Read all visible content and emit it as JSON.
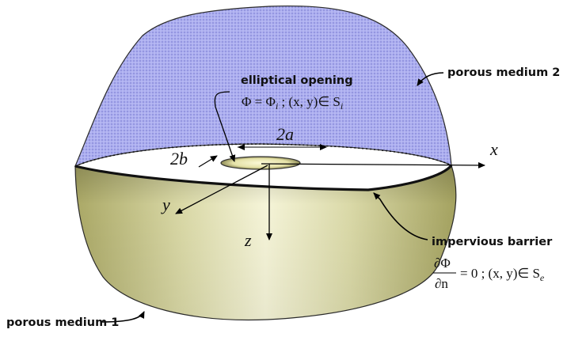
{
  "labels": {
    "opening_title": "elliptical opening",
    "opening_eq": "Φ = Φ",
    "opening_eq_sub": "i",
    "opening_eq_rest": " ; (x, y)∈ S",
    "opening_eq_sub2": "i",
    "medium2": "porous medium 2",
    "medium1": "porous medium 1",
    "barrier_title": "impervious barrier",
    "barrier_num": "∂Φ",
    "barrier_den": "∂n",
    "barrier_rest": "= 0 ; (x, y)∈ S",
    "barrier_sub": "e"
  },
  "axes": {
    "x": "x",
    "y": "y",
    "z": "z"
  },
  "dims": {
    "two_a": "2a",
    "two_b": "2b"
  },
  "colors": {
    "upper_fill": "#a9a9ef",
    "upper_stroke": "#2a2a2a",
    "lower_light": "#f3f2d0",
    "lower_dark": "#9c9a5a",
    "opening_fill": "#e9e6b4"
  }
}
